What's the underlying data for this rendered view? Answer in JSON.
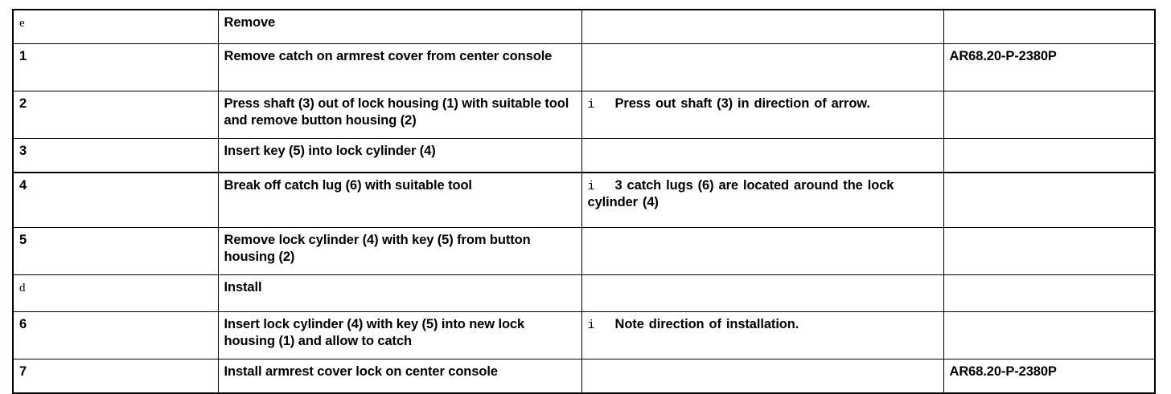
{
  "document": {
    "type": "service-procedure-table",
    "columns": [
      "step",
      "description",
      "note",
      "reference"
    ]
  },
  "table": {
    "rows": [
      {
        "step": "e",
        "step_is_symbol": true,
        "description": "Remove",
        "is_section_header": true,
        "note_icon": "",
        "note": "",
        "reference": ""
      },
      {
        "step": "1",
        "step_is_symbol": false,
        "description": "Remove catch on armrest cover from center console",
        "is_section_header": false,
        "note_icon": "",
        "note": "",
        "reference": "AR68.20-P-2380P"
      },
      {
        "step": "2",
        "step_is_symbol": false,
        "description": "Press shaft (3) out of lock housing (1) with suitable tool and remove button housing (2)",
        "is_section_header": false,
        "note_icon": "i",
        "note": "Press out shaft (3) in direction of arrow.",
        "reference": ""
      },
      {
        "step": "3",
        "step_is_symbol": false,
        "description": "Insert key (5) into lock cylinder (4)",
        "is_section_header": false,
        "note_icon": "",
        "note": "",
        "reference": ""
      },
      {
        "step": "4",
        "step_is_symbol": false,
        "description": "Break off catch lug (6) with suitable tool",
        "is_section_header": false,
        "note_icon": "i",
        "note": "3 catch lugs (6) are located around the lock cylinder (4)",
        "reference": ""
      },
      {
        "step": "5",
        "step_is_symbol": false,
        "description": "Remove lock cylinder (4) with key (5) from button housing (2)",
        "is_section_header": false,
        "note_icon": "",
        "note": "",
        "reference": ""
      },
      {
        "step": "d",
        "step_is_symbol": true,
        "description": "Install",
        "is_section_header": true,
        "note_icon": "",
        "note": "",
        "reference": ""
      },
      {
        "step": "6",
        "step_is_symbol": false,
        "description": "Insert lock cylinder (4) with key (5) into new lock housing (1) and allow to catch",
        "is_section_header": false,
        "note_icon": "i",
        "note": "Note direction of installation.",
        "reference": ""
      },
      {
        "step": "7",
        "step_is_symbol": false,
        "description": "Install armrest cover lock on center console",
        "is_section_header": false,
        "note_icon": "",
        "note": "",
        "reference": "AR68.20-P-2380P"
      }
    ]
  },
  "colors": {
    "border": "#000000",
    "text": "#000000",
    "background": "#ffffff"
  }
}
